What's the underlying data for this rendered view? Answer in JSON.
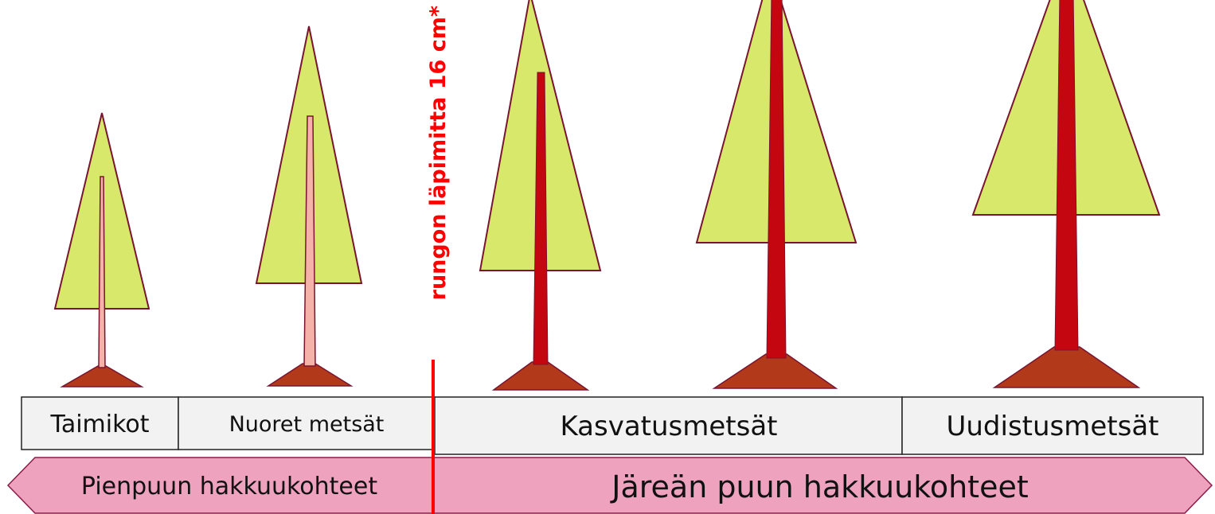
{
  "colors": {
    "crown": "#d7e86b",
    "outline": "#7a1430",
    "young_trunk": "#f4b2a8",
    "mature_trunk": "#c3060f",
    "base": "#b23a1b",
    "box_fill": "#f2f2f2",
    "box_border": "#222222",
    "arrow_fill": "#eea2bd",
    "arrow_border": "#8a1c49",
    "divider": "#ff0000"
  },
  "diameter_label": "rungon läpimitta 16 cm*",
  "stages": [
    {
      "label": "Taimikot"
    },
    {
      "label": "Nuoret metsät"
    },
    {
      "label": "Kasvatusmetsät"
    },
    {
      "label": "Uudistusmetsät"
    }
  ],
  "harvest": [
    {
      "label": "Pienpuun hakkuukohteet"
    },
    {
      "label": "Järeän puun hakkuukohteet"
    }
  ]
}
